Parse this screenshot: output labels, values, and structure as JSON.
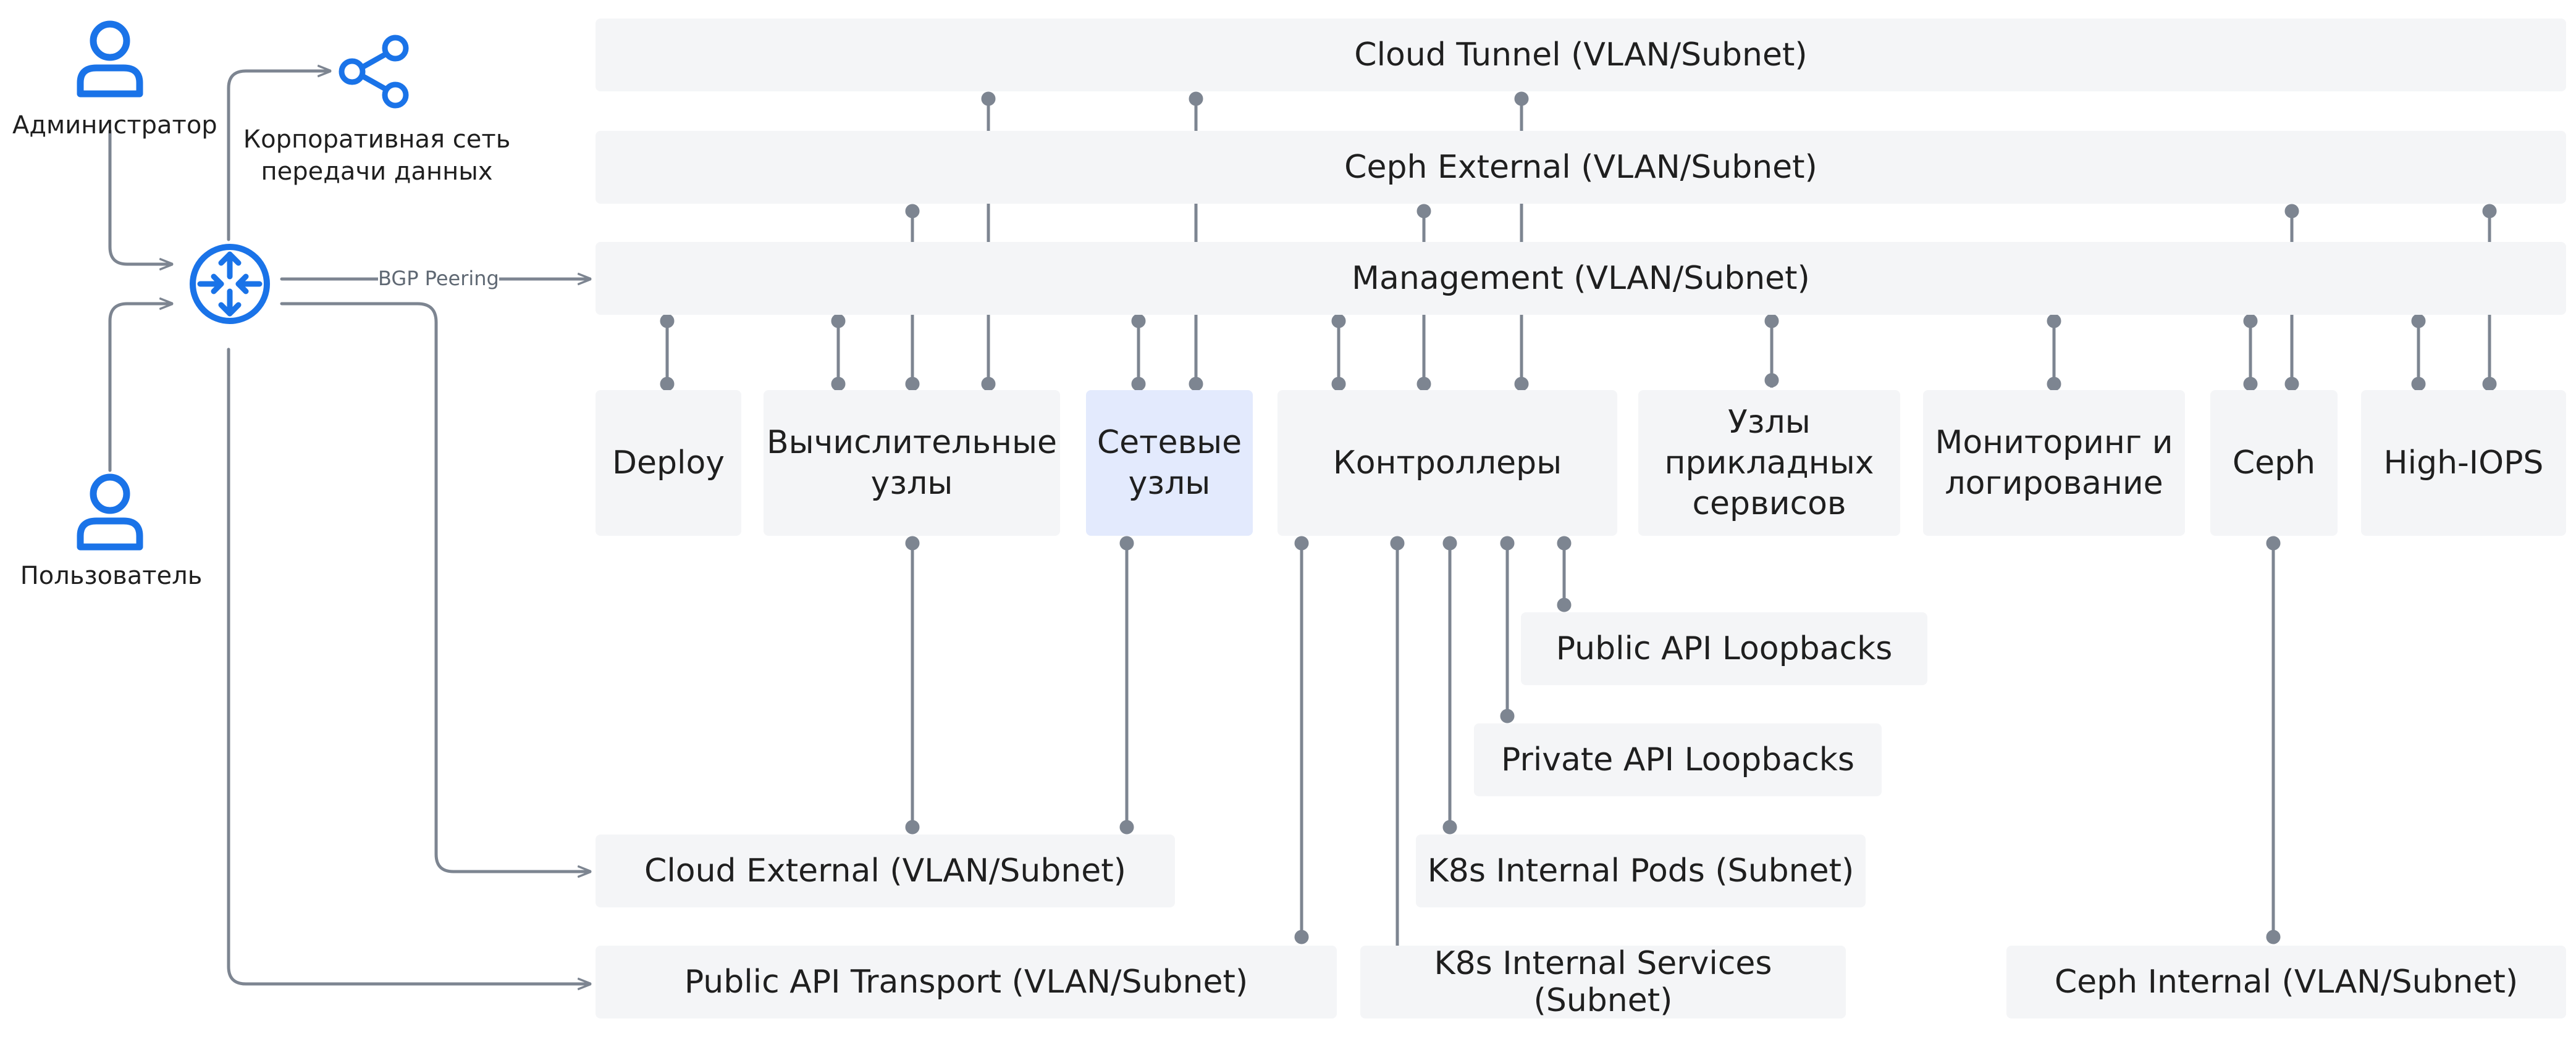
{
  "actors": {
    "admin_label": "Администратор",
    "user_label": "Пользователь",
    "corp_label_line1": "Корпоративная сеть",
    "corp_label_line2": "передачи данных",
    "bgp_label": "BGP Peering"
  },
  "networks": {
    "cloud_tunnel": "Cloud Tunnel (VLAN/Subnet)",
    "ceph_external": "Ceph External (VLAN/Subnet)",
    "management": "Management (VLAN/Subnet)",
    "cloud_external": "Cloud External (VLAN/Subnet)",
    "public_api_transport": "Public API Transport (VLAN/Subnet)",
    "k8s_internal_services": "K8s Internal Services (Subnet)",
    "k8s_internal_pods": "K8s Internal Pods (Subnet)",
    "private_api_loopbacks": "Private API Loopbacks",
    "public_api_loopbacks": "Public API Loopbacks",
    "ceph_internal": "Ceph Internal (VLAN/Subnet)"
  },
  "groups": {
    "deploy": "Deploy",
    "compute_l1": "Вычислительные",
    "compute_l2": "узлы",
    "network_l1": "Сетевые",
    "network_l2": "узлы",
    "controllers": "Контроллеры",
    "app_l1": "Узлы",
    "app_l2": "прикладных",
    "app_l3": "сервисов",
    "mon_l1": "Мониторинг и",
    "mon_l2": "логирование",
    "ceph": "Ceph",
    "high_iops": "High-IOPS"
  },
  "colors": {
    "line": "#7d8591",
    "accent": "#1a73e8",
    "box": "#f4f5f7",
    "highlight": "#e3eafd"
  },
  "icons": {
    "admin": "user-icon",
    "user": "user-icon",
    "router": "router-icon",
    "corp_network": "share-network-icon"
  }
}
